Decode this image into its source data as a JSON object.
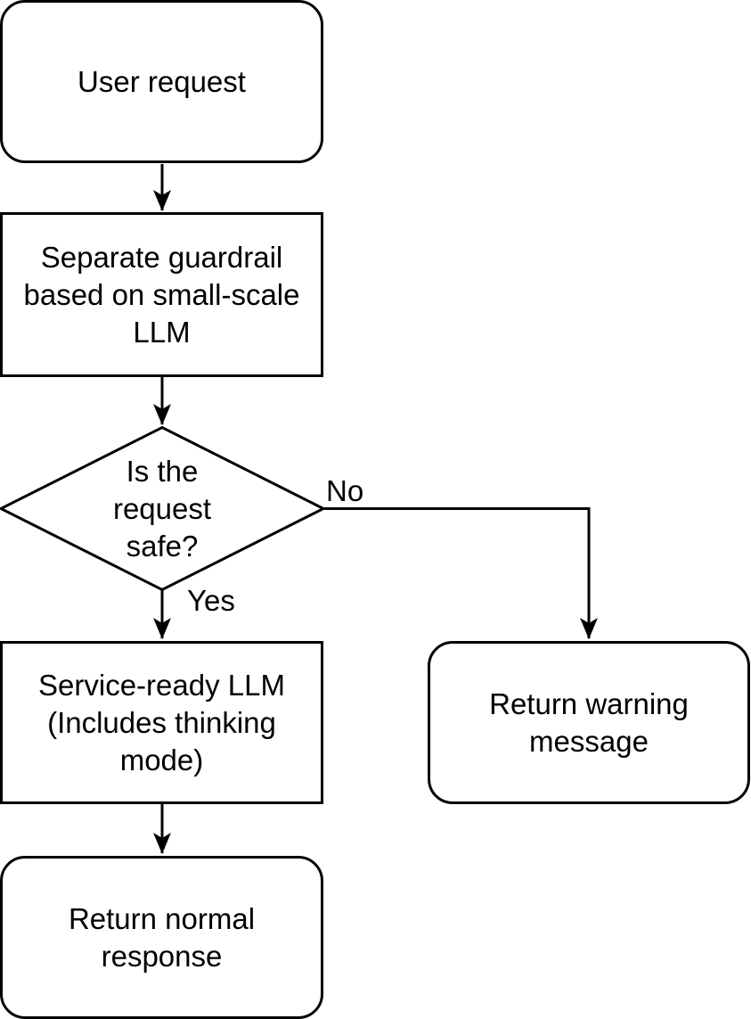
{
  "diagram": {
    "type": "flowchart",
    "colors": {
      "stroke": "#000000",
      "node_fill": "#ffffff",
      "text": "#000000",
      "background": "#ffffff"
    },
    "nodes": {
      "user_request": {
        "label": "User request",
        "shape": "rounded-rectangle"
      },
      "guardrail": {
        "label": "Separate guardrail based on small-scale LLM",
        "shape": "rectangle"
      },
      "decision": {
        "label": "Is the request safe?",
        "shape": "diamond"
      },
      "service_llm": {
        "label": "Service-ready LLM (Includes thinking mode)",
        "shape": "rectangle"
      },
      "warning": {
        "label": "Return warning message",
        "shape": "rounded-rectangle"
      },
      "normal_response": {
        "label": "Return normal response",
        "shape": "rounded-rectangle"
      }
    },
    "edge_labels": {
      "yes": "Yes",
      "no": "No"
    },
    "edges": [
      {
        "from": "user_request",
        "to": "guardrail",
        "label": ""
      },
      {
        "from": "guardrail",
        "to": "decision",
        "label": ""
      },
      {
        "from": "decision",
        "to": "service_llm",
        "label": "Yes"
      },
      {
        "from": "decision",
        "to": "warning",
        "label": "No"
      },
      {
        "from": "service_llm",
        "to": "normal_response",
        "label": ""
      }
    ]
  }
}
